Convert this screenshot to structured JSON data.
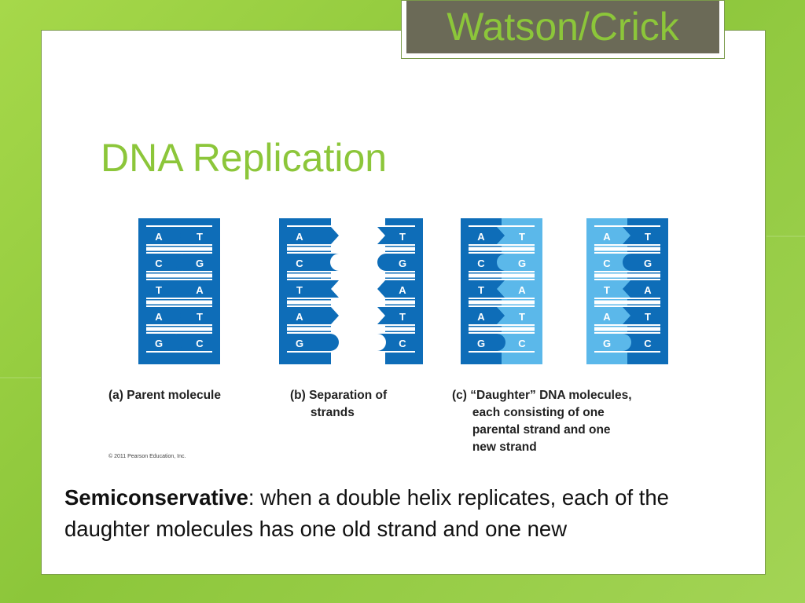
{
  "slide": {
    "corner_tag": "Watson/Crick",
    "title": "DNA Replication",
    "copyright": "© 2011 Pearson Education, Inc.",
    "body_term": "Semiconservative",
    "body_colon": ":",
    "body_text": " when a double helix replicates, each of the daughter molecules has one old strand and one new"
  },
  "figure": {
    "captions": {
      "a": "(a) Parent molecule",
      "b": "(b) Separation of\n      strands",
      "c": "(c) “Daughter” DNA molecules,\n      each consisting of one\n      parental strand and one\n      new strand"
    },
    "pairs": [
      {
        "left": "A",
        "right": "T"
      },
      {
        "left": "C",
        "right": "G"
      },
      {
        "left": "T",
        "right": "A"
      },
      {
        "left": "A",
        "right": "T"
      },
      {
        "left": "G",
        "right": "C"
      }
    ],
    "colors": {
      "dark_blue": "#0e6db8",
      "light_blue": "#5bb8ea",
      "white": "#ffffff"
    }
  }
}
